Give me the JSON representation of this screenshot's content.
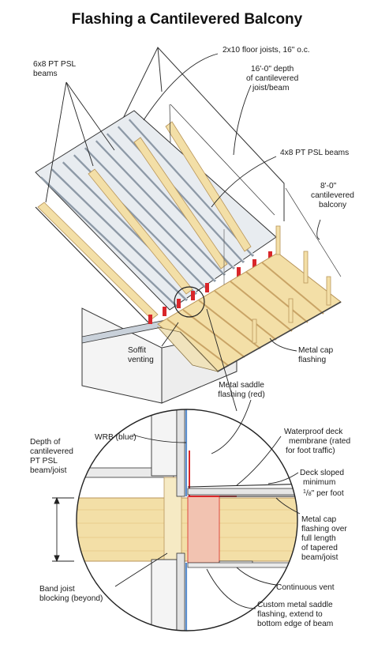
{
  "title": "Flashing a Cantilevered Balcony",
  "colors": {
    "wood": "#f3dfa7",
    "wood_edge": "#b8955a",
    "joist_steel": "#cfd6df",
    "flashing_red": "#d9262a",
    "wrb_blue": "#5b8fd0",
    "saddle_fill": "#f2c3b1",
    "wall_gray": "#e3e3e3",
    "outline": "#2a2a2a"
  },
  "labels": {
    "beams_6x8": [
      "6x8 PT PSL",
      "beams"
    ],
    "floor_joists": "2x10 floor joists, 16\" o.c.",
    "depth_16": [
      "16'-0\" depth",
      "of cantilevered",
      "joist/beam"
    ],
    "beams_4x8": "4x8 PT PSL beams",
    "balcony_8": [
      "8'-0\"",
      "cantilevered",
      "balcony"
    ],
    "soffit": [
      "Soffit",
      "venting"
    ],
    "metal_cap_top": [
      "Metal cap",
      "flashing"
    ],
    "saddle_red": [
      "Metal saddle",
      "flashing (red)"
    ],
    "wrb": "WRB (blue)",
    "membrane": [
      "Waterproof deck",
      "membrane (rated",
      "for foot traffic)"
    ],
    "deck_sloped": [
      "Deck sloped",
      "minimum"
    ],
    "slope_num": "1",
    "slope_den": "8",
    "slope_rest": "\" per foot",
    "depth_left": [
      "Depth of",
      "cantilevered",
      "PT PSL",
      "beam/joist"
    ],
    "metal_cap_detail": [
      "Metal cap",
      "flashing over",
      "full length",
      "of tapered",
      "beam/joist"
    ],
    "continuous_vent": "Continuous vent",
    "band_joist": [
      "Band joist",
      "blocking (beyond)"
    ],
    "custom_saddle": [
      "Custom metal saddle",
      "flashing, extend to",
      "bottom edge of beam"
    ]
  }
}
